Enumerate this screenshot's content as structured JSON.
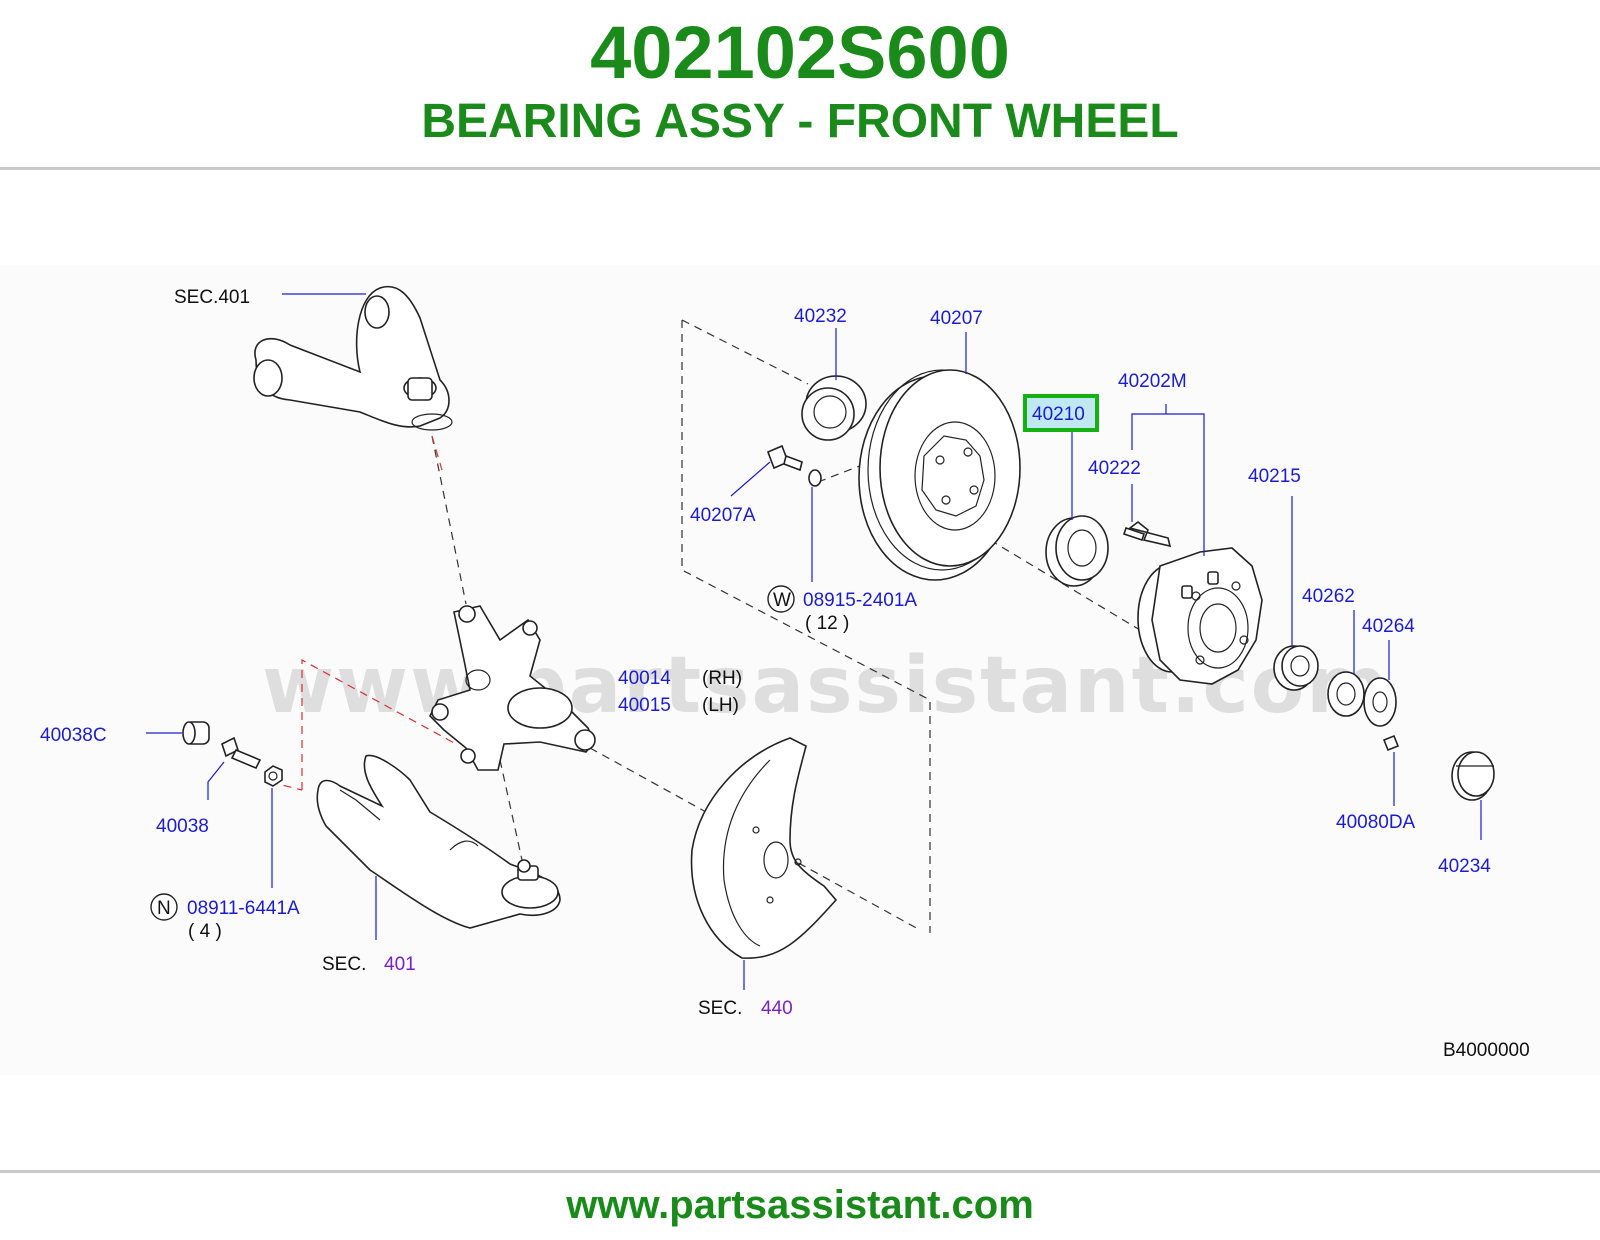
{
  "header": {
    "part_number": "402102S600",
    "description": "BEARING ASSY - FRONT WHEEL"
  },
  "footer": {
    "url": "www.partsassistant.com"
  },
  "watermark": "www.partsassistant.com",
  "colors": {
    "title_green": "#1a8a1a",
    "label_blue": "#1c1ccf",
    "label_purple": "#7a1fc9",
    "highlight_green": "#14b014",
    "highlight_fill": "#bfe8f0"
  },
  "labels": {
    "sec401_top": "SEC.401",
    "p40232": "40232",
    "p40207": "40207",
    "p40202M": "40202M",
    "p40210": "40210",
    "p40222": "40222",
    "p40215": "40215",
    "p40207A": "40207A",
    "w_symbol": "W",
    "p08915": "08915-2401A",
    "p08915_qty": "( 12 )",
    "p40262": "40262",
    "p40264": "40264",
    "p40014": "40014",
    "p40014_side": "(RH)",
    "p40015": "40015",
    "p40015_side": "(LH)",
    "p40038C": "40038C",
    "p40038": "40038",
    "n_symbol": "N",
    "p08911": "08911-6441A",
    "p08911_qty": "( 4 )",
    "sec_text_lower": "SEC.",
    "sec401_num": "401",
    "sec_text_shield": "SEC.",
    "sec440_num": "440",
    "p40080DA": "40080DA",
    "p40234": "40234",
    "diagram_code": "B4000000"
  },
  "highlighted_part": "40210"
}
